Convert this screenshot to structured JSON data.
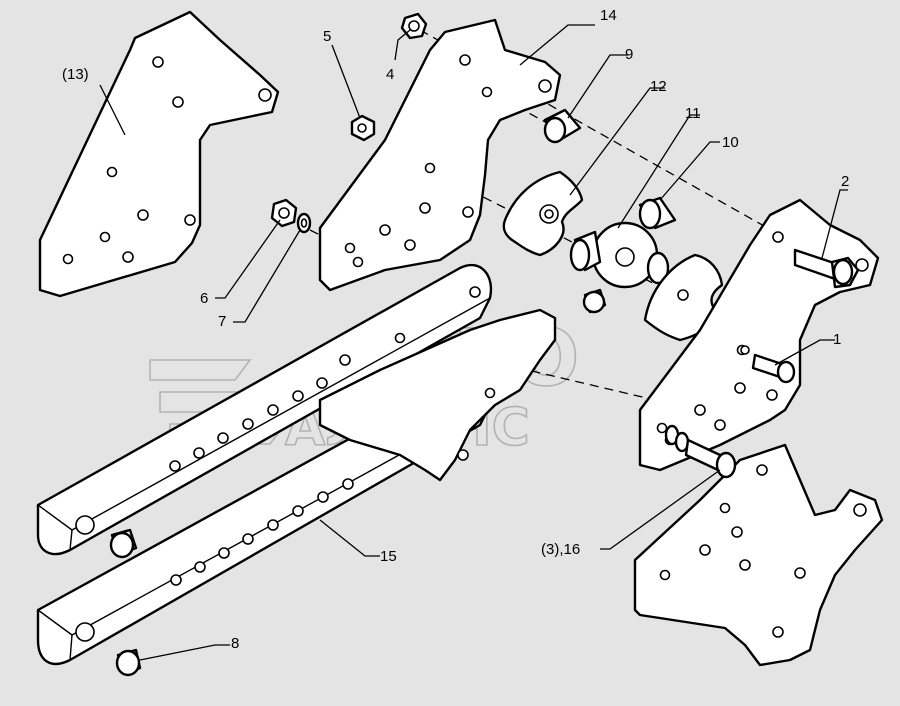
{
  "labels": {
    "l13": "(13)",
    "l14": "14",
    "l5": "5",
    "l4": "4",
    "l9": "9",
    "l12": "12",
    "l11": "11",
    "l10": "10",
    "l2": "2",
    "l1": "1",
    "l6": "6",
    "l7": "7",
    "l15": "15",
    "l3_16": "(3),16",
    "l8": "8"
  },
  "watermark": {
    "line1": "АВТО",
    "line2": "АЛЬЯНС"
  }
}
